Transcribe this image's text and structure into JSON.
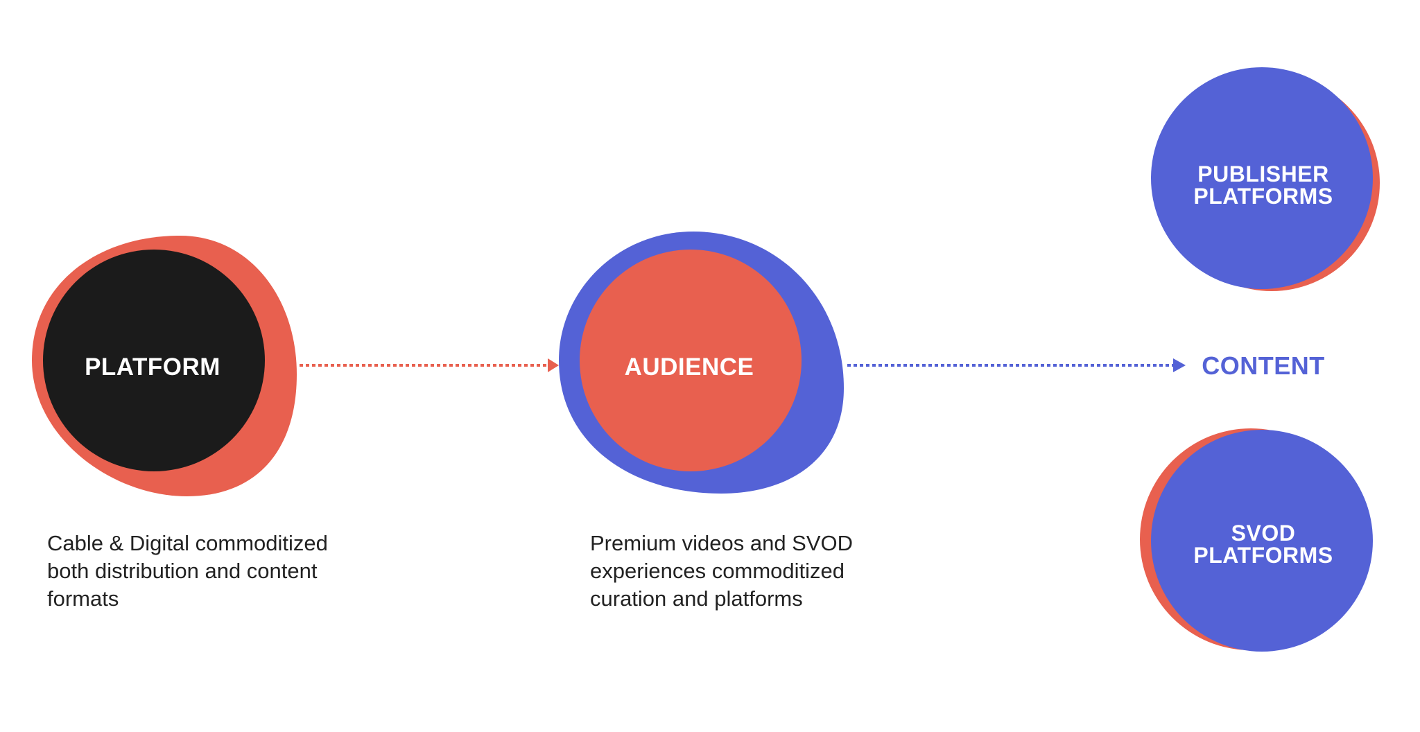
{
  "colors": {
    "red": "#E8604F",
    "blue": "#5462D6",
    "black": "#1B1B1B"
  },
  "nodes": {
    "platform": "PLATFORM",
    "audience": "AUDIENCE",
    "content": "CONTENT",
    "publisher": [
      "PUBLISHER",
      "PLATFORMS"
    ],
    "svod": [
      "SVOD",
      "PLATFORMS"
    ]
  },
  "captions": {
    "platform": [
      "Cable & Digital commoditized",
      "both distribution and content",
      "formats"
    ],
    "audience": [
      "Premium videos and SVOD",
      "experiences commoditized",
      "curation and platforms"
    ]
  }
}
